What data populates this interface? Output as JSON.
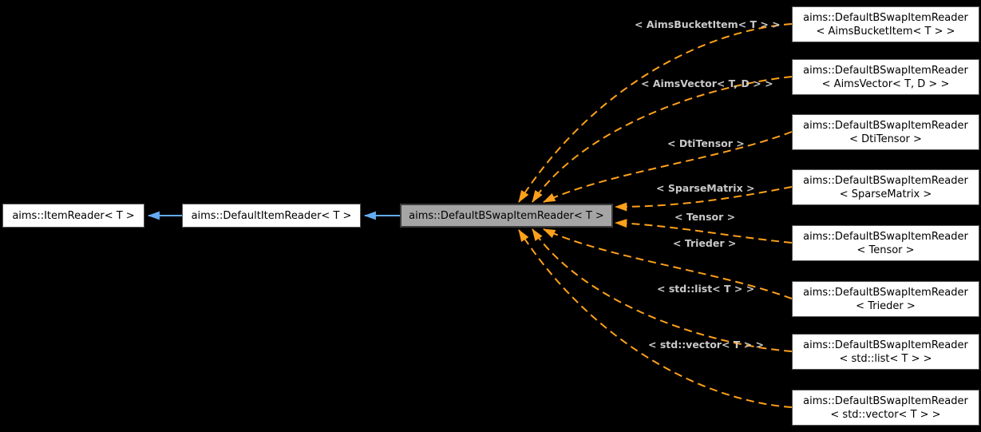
{
  "diagram": {
    "type": "class-inheritance-graph",
    "colors": {
      "background": "#000000",
      "inheritance_edge": "#64abf1",
      "template_instantiation_edge": "#ffa11b",
      "node_fill": "#ffffff",
      "node_border": "#545454",
      "current_node_fill": "#a5a5a5",
      "current_node_border": "#3c3c3c",
      "edge_label_text": "#c9c9c9",
      "node_text": "#000000"
    },
    "nodes": {
      "base": {
        "label": "aims::ItemReader< T >"
      },
      "middle": {
        "label": "aims::DefaultItemReader< T >"
      },
      "current": {
        "label": "aims::DefaultBSwapItemReader< T >"
      },
      "specializations": [
        {
          "line1": "aims::DefaultBSwapItemReader",
          "line2": "< AimsBucketItem< T > >"
        },
        {
          "line1": "aims::DefaultBSwapItemReader",
          "line2": "< AimsVector< T, D > >"
        },
        {
          "line1": "aims::DefaultBSwapItemReader",
          "line2": "< DtiTensor >"
        },
        {
          "line1": "aims::DefaultBSwapItemReader",
          "line2": "< SparseMatrix >"
        },
        {
          "line1": "aims::DefaultBSwapItemReader",
          "line2": "< Tensor >"
        },
        {
          "line1": "aims::DefaultBSwapItemReader",
          "line2": "< Trieder >"
        },
        {
          "line1": "aims::DefaultBSwapItemReader",
          "line2": "< std::list< T > >"
        },
        {
          "line1": "aims::DefaultBSwapItemReader",
          "line2": "< std::vector< T > >"
        }
      ]
    },
    "edge_labels": [
      "< AimsBucketItem< T > >",
      "< AimsVector< T, D > >",
      "< DtiTensor >",
      "< SparseMatrix >",
      "< Tensor >",
      "< Trieder >",
      "< std::list< T > >",
      "< std::vector< T > >"
    ]
  }
}
